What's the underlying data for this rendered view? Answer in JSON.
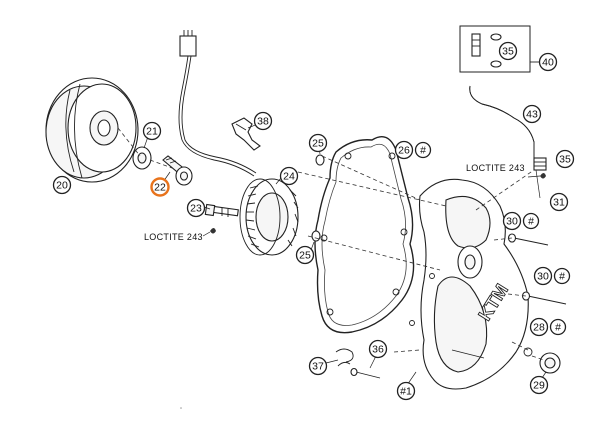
{
  "callouts": [
    {
      "label": "20",
      "highlight": false
    },
    {
      "label": "21",
      "highlight": false
    },
    {
      "label": "22",
      "highlight": true
    },
    {
      "label": "23",
      "highlight": false
    },
    {
      "label": "24",
      "highlight": false
    },
    {
      "label": "25",
      "highlight": false
    },
    {
      "label": "25",
      "highlight": false
    },
    {
      "label": "26",
      "highlight": false,
      "hash": true
    },
    {
      "label": "28",
      "highlight": false,
      "hash": true
    },
    {
      "label": "29",
      "highlight": false
    },
    {
      "label": "30",
      "highlight": false,
      "hash": true
    },
    {
      "label": "30",
      "highlight": false,
      "hash": true
    },
    {
      "label": "31",
      "highlight": false
    },
    {
      "label": "35",
      "highlight": false
    },
    {
      "label": "35",
      "highlight": false
    },
    {
      "label": "36",
      "highlight": false
    },
    {
      "label": "37",
      "highlight": false
    },
    {
      "label": "38",
      "highlight": false
    },
    {
      "label": "40",
      "highlight": false
    },
    {
      "label": "43",
      "highlight": false
    },
    {
      "label": "#1",
      "highlight": false
    }
  ],
  "notes": [
    "LOCTITE 243",
    "LOCTITE 243"
  ],
  "hash_symbol": "#",
  "cover_logo": "KTM",
  "colors": {
    "highlight": "#e8731c",
    "line": "#222222"
  }
}
